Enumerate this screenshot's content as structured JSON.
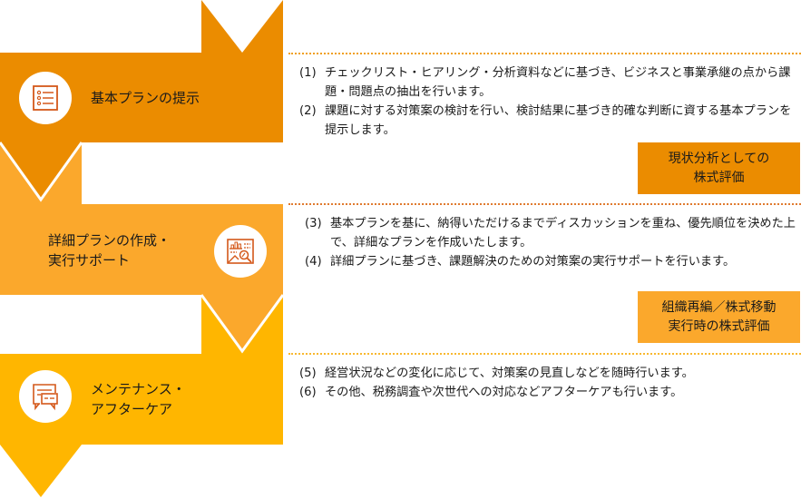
{
  "colors": {
    "step1": "#EB8C00",
    "step2": "#FBA82C",
    "step3": "#FFB600",
    "icon_stroke": "#D4581A",
    "dot_line_1": "#F0A020",
    "dot_line_2": "#E07B30",
    "dot_line_3": "#F8B830"
  },
  "steps": [
    {
      "title_lines": [
        "基本プランの提示"
      ],
      "icon": "checklist-icon",
      "items": [
        {
          "num": "(1)",
          "text": "チェックリスト・ヒアリング・分析資料などに基づき、ビジネスと事業承継の点から課題・問題点の抽出を行います。"
        },
        {
          "num": "(2)",
          "text": "課題に対する対策案の検討を行い、検討結果に基づき的確な判断に資する基本プランを提示します。"
        }
      ],
      "tag_lines": [
        "現状分析としての",
        "株式評価"
      ]
    },
    {
      "title_lines": [
        "詳細プランの作成・",
        "実行サポート"
      ],
      "icon": "analytics-report-icon",
      "items": [
        {
          "num": "(3)",
          "text": "基本プランを基に、納得いただけるまでディスカッションを重ね、優先順位を決めた上で、詳細なプランを作成いたします。"
        },
        {
          "num": "(4)",
          "text": "詳細プランに基づき、課題解決のための対策案の実行サポートを行います。"
        }
      ],
      "tag_lines": [
        "組織再編／株式移動",
        "実行時の株式評価"
      ]
    },
    {
      "title_lines": [
        "メンテナンス・",
        "アフターケア"
      ],
      "icon": "chat-bubbles-icon",
      "items": [
        {
          "num": "(5)",
          "text": "経営状況などの変化に応じて、対策案の見直しなどを随時行います。"
        },
        {
          "num": "(6)",
          "text": "その他、税務調査や次世代への対応などアフターケアも行います。"
        }
      ]
    }
  ]
}
